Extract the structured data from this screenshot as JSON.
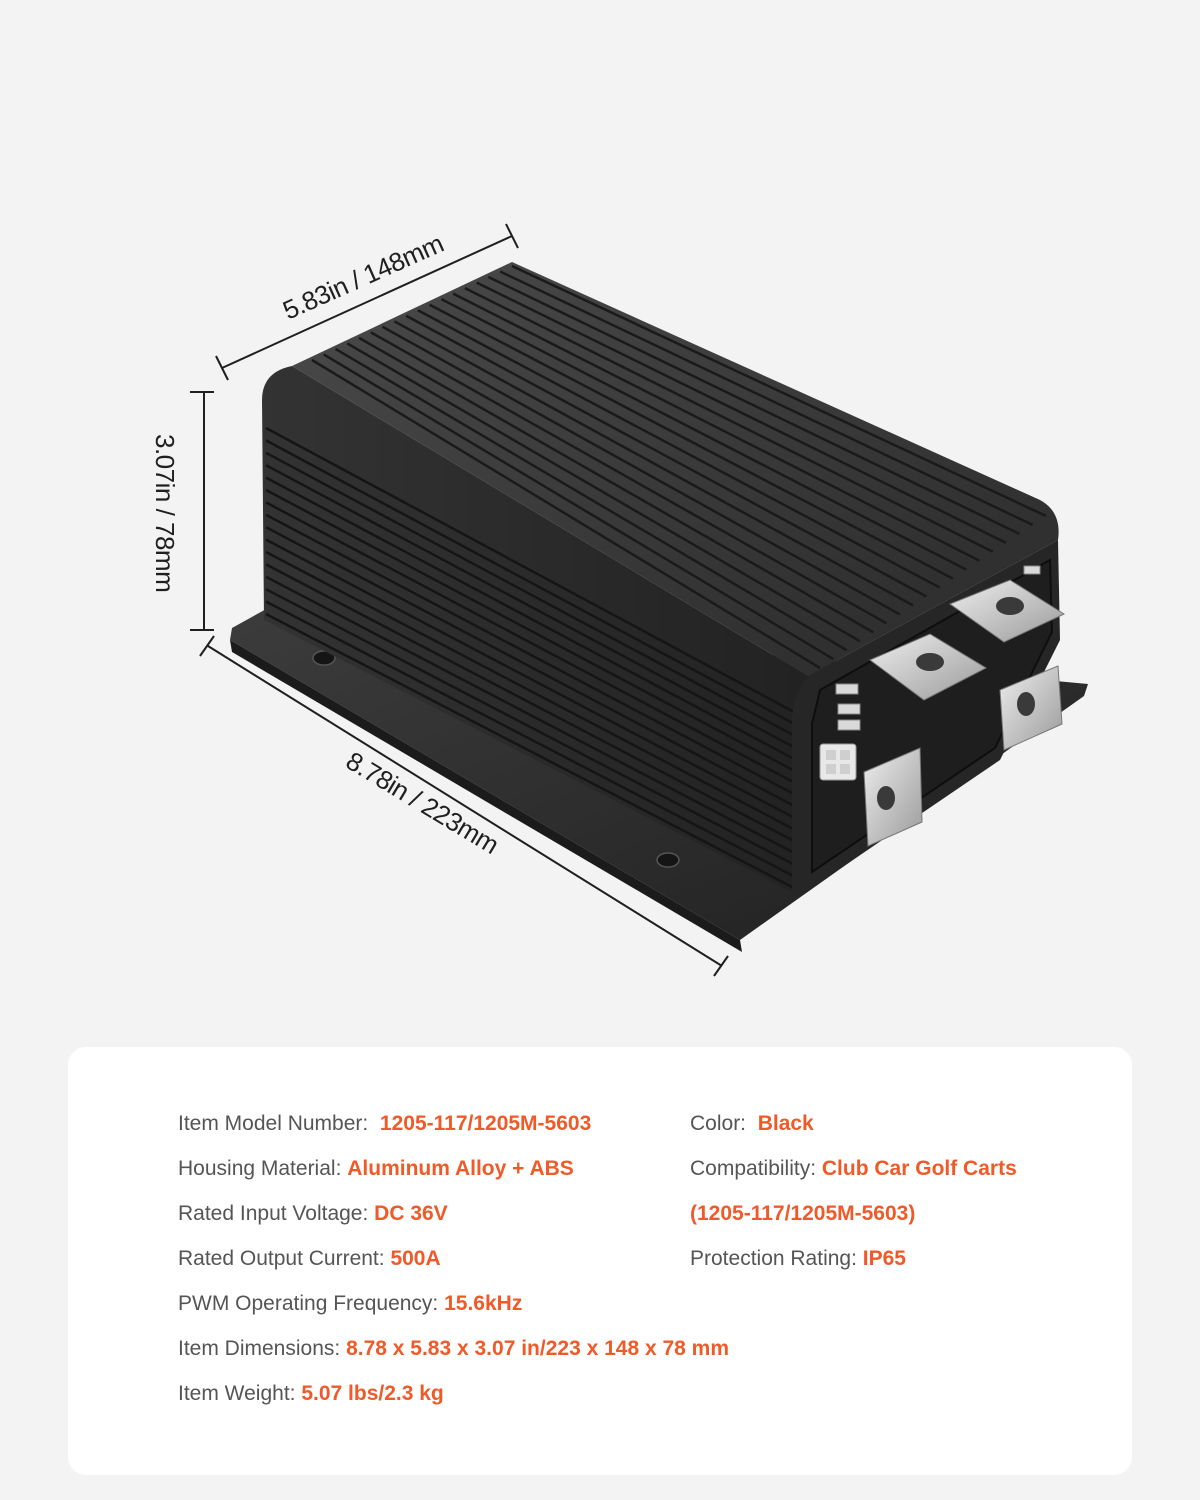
{
  "dimensions": {
    "width_label": "5.83in / 148mm",
    "height_label": "3.07in / 78mm",
    "length_label": "8.78in / 223mm"
  },
  "colors": {
    "accent": "#f05a28",
    "label": "#555555",
    "background": "#f3f3f3",
    "card": "#ffffff",
    "housing": "#2b2b2b"
  },
  "specs": {
    "model": {
      "label": "Item Model Number:",
      "value": "1205-117/1205M-5603"
    },
    "color": {
      "label": "Color:",
      "value": "Black"
    },
    "housing": {
      "label": "Housing Material:",
      "value": "Aluminum Alloy + ABS"
    },
    "compatibility": {
      "label": "Compatibility:",
      "value": "Club Car Golf Carts",
      "value2": "(1205-117/1205M-5603)"
    },
    "voltage": {
      "label": "Rated Input Voltage:",
      "value": "DC 36V"
    },
    "current": {
      "label": "Rated Output Current:",
      "value": "500A"
    },
    "protection": {
      "label": "Protection Rating:",
      "value": "IP65"
    },
    "pwm": {
      "label": "PWM Operating Frequency:",
      "value": "15.6kHz"
    },
    "item_dimensions": {
      "label": "Item Dimensions:",
      "value": "8.78 x 5.83 x 3.07 in/223 x 148 x 78 mm"
    },
    "weight": {
      "label": "Item Weight:",
      "value": "5.07 lbs/2.3 kg"
    }
  }
}
